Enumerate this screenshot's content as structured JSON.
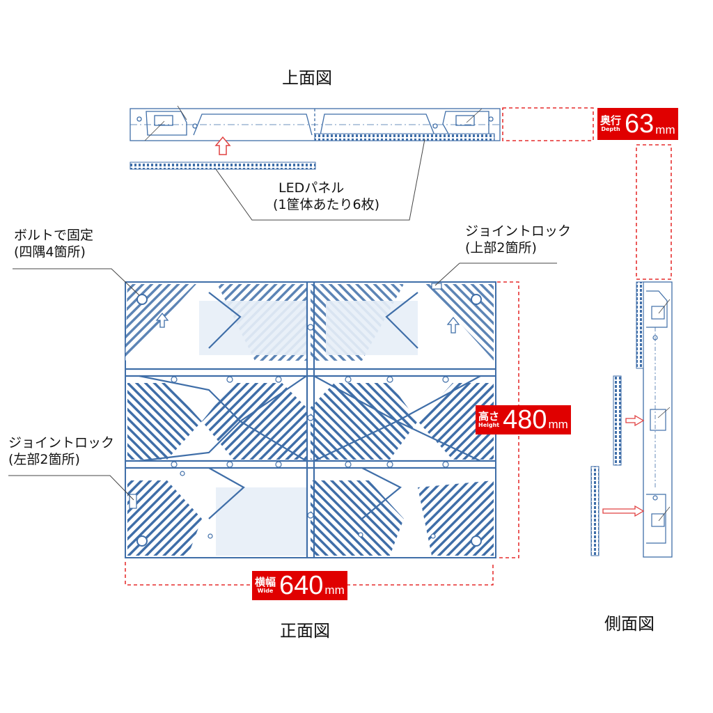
{
  "views": {
    "top": "上面図",
    "front": "正面図",
    "side": "側面図"
  },
  "labels": {
    "led_panel_line1": "LEDパネル",
    "led_panel_line2": "(1筐体あたり6枚)",
    "bolt_line1": "ボルトで固定",
    "bolt_line2": "(四隅4箇所)",
    "joint_top_line1": "ジョイントロック",
    "joint_top_line2": "(上部2箇所)",
    "joint_left_line1": "ジョイントロック",
    "joint_left_line2": "(左部2箇所)"
  },
  "dimensions": {
    "depth": {
      "jp": "奥行",
      "en": "Depth",
      "value": "63",
      "unit": "mm"
    },
    "height": {
      "jp": "高さ",
      "en": "Height",
      "value": "480",
      "unit": "mm"
    },
    "width": {
      "jp": "横幅",
      "en": "Wide",
      "value": "640",
      "unit": "mm"
    }
  },
  "colors": {
    "dimension_red": "#e00000",
    "drawing_blue": "#3f6ea8",
    "arrow_red": "#e04040"
  }
}
